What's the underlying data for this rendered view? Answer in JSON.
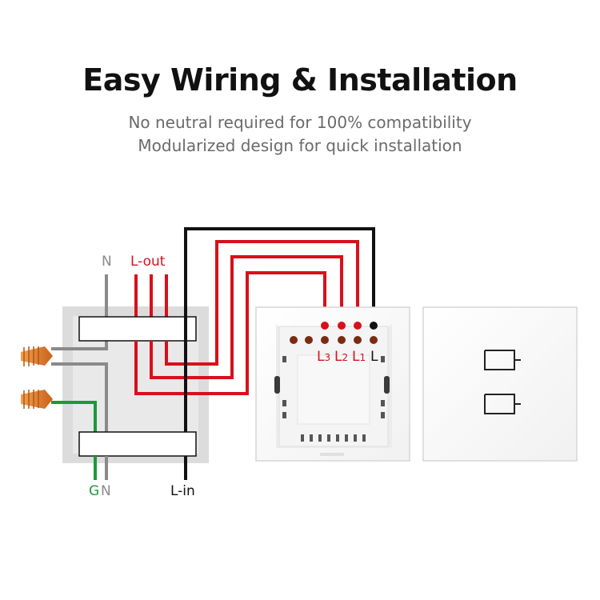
{
  "header": {
    "title": "Easy Wiring & Installation",
    "subtitle_1": "No neutral required for 100% compatibility",
    "subtitle_2": "Modularized design for quick installation"
  },
  "diagram": {
    "label_n_top": "N",
    "label_lout": "L-out",
    "label_g": "G",
    "label_n_bottom": "N",
    "label_lin": "L-in",
    "terminals": {
      "l3": "L",
      "l3_sub": "3",
      "l2": "L",
      "l2_sub": "2",
      "l1": "L",
      "l1_sub": "1",
      "l": "L"
    }
  },
  "colors": {
    "red": "#d8101b",
    "black": "#111111",
    "green": "#1a9a3a",
    "grey": "#8a8a8a",
    "orange": "#e07a22"
  }
}
